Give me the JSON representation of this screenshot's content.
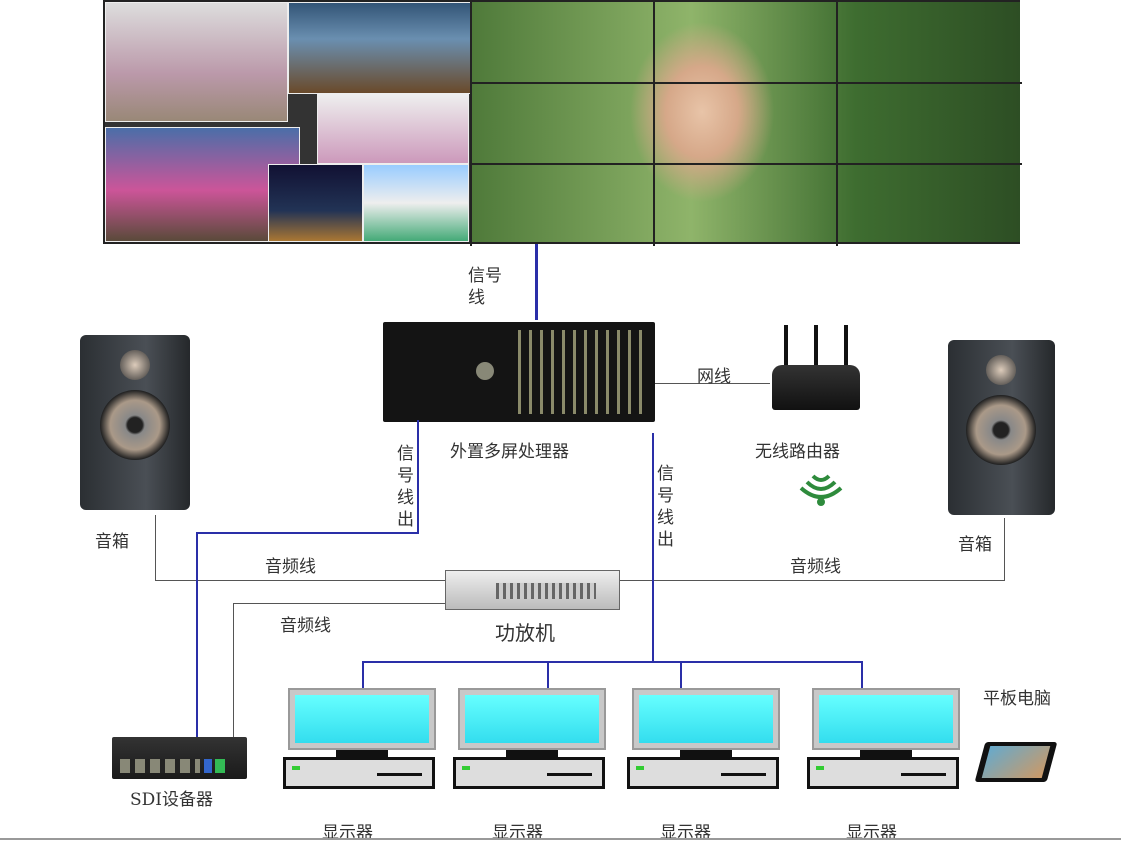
{
  "labels": {
    "signal_line_top": "信号线",
    "processor": "外置多屏处理器",
    "network_line": "网线",
    "router": "无线路由器",
    "speaker_left": "音箱",
    "speaker_right": "音箱",
    "audio_line_left": "音频线",
    "audio_line_right": "音频线",
    "audio_line_sdi": "音频线",
    "amplifier": "功放机",
    "signal_out_left": "信号线出",
    "signal_out_right": "信号线出",
    "sdi_device": "SDI设备器",
    "tablet": "平板电脑",
    "monitors": [
      "显示器",
      "显示器",
      "显示器",
      "显示器"
    ]
  },
  "colors": {
    "signal_line": "#2a2fa8",
    "audio_line": "#555555",
    "screen": "#44e6ee",
    "wifi": "#2e8b3c"
  }
}
